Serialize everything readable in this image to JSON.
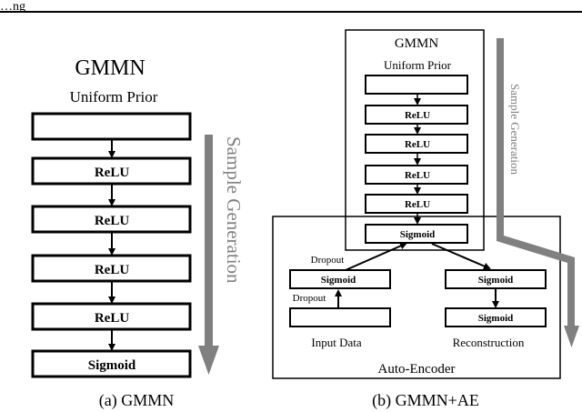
{
  "header_clip": "…ng",
  "left": {
    "title": "GMMN",
    "prior": "Uniform Prior",
    "layers": [
      "",
      "ReLU",
      "ReLU",
      "ReLU",
      "ReLU",
      "Sigmoid"
    ],
    "arrow_label": "Sample Generation",
    "caption": "(a) GMMN"
  },
  "right": {
    "title": "GMMN",
    "prior": "Uniform Prior",
    "layers": [
      "",
      "ReLU",
      "ReLU",
      "ReLU",
      "ReLU",
      "Sigmoid"
    ],
    "arrow_label": "Sample Generation",
    "encoder_sigmoid": "Sigmoid",
    "decoder_sigmoid_1": "Sigmoid",
    "decoder_sigmoid_2": "Sigmoid",
    "dropout_top": "Dropout",
    "dropout_bottom": "Dropout",
    "input_label": "Input Data",
    "reconstruction_label": "Reconstruction",
    "autoencoder_label": "Auto-Encoder",
    "caption": "(b) GMMN+AE"
  },
  "colors": {
    "arrow_gray": "#808080",
    "line": "#000000"
  }
}
